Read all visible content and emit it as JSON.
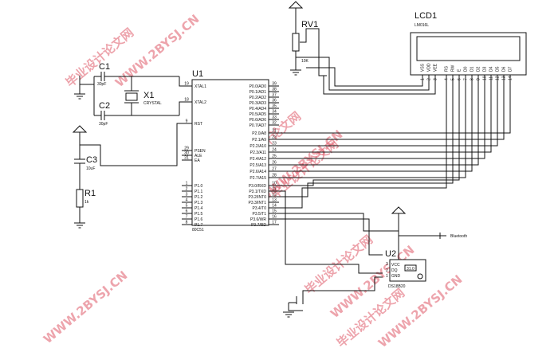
{
  "watermark": {
    "cn": "毕业设计论文网",
    "url": "WWW.2BYSJ.CN"
  },
  "parts": {
    "c1": {
      "ref": "C1",
      "value": "30pF"
    },
    "c2": {
      "ref": "C2",
      "value": "30pF"
    },
    "c3": {
      "ref": "C3",
      "value": "10uF"
    },
    "r1": {
      "ref": "R1",
      "value": "1k"
    },
    "x1": {
      "ref": "X1",
      "value": "CRYSTAL"
    },
    "rv1": {
      "ref": "RV1",
      "value": "10K"
    },
    "u1": {
      "ref": "U1",
      "value": "80C51",
      "left_pins": [
        {
          "num": "19",
          "name": "XTAL1"
        },
        {
          "num": "18",
          "name": "XTAL2"
        },
        {
          "num": "9",
          "name": "RST"
        },
        {
          "num": "29",
          "name": "PSEN"
        },
        {
          "num": "30",
          "name": "ALE"
        },
        {
          "num": "31",
          "name": "EA"
        },
        {
          "num": "1",
          "name": "P1.0"
        },
        {
          "num": "2",
          "name": "P1.1"
        },
        {
          "num": "3",
          "name": "P1.2"
        },
        {
          "num": "4",
          "name": "P1.3"
        },
        {
          "num": "5",
          "name": "P1.4"
        },
        {
          "num": "6",
          "name": "P1.5"
        },
        {
          "num": "7",
          "name": "P1.6"
        },
        {
          "num": "8",
          "name": "P1.7"
        }
      ],
      "right_pins": [
        {
          "num": "39",
          "name": "P0.0/AD0"
        },
        {
          "num": "38",
          "name": "P0.1/AD1"
        },
        {
          "num": "37",
          "name": "P0.2/AD2"
        },
        {
          "num": "36",
          "name": "P0.3/AD3"
        },
        {
          "num": "35",
          "name": "P0.4/AD4"
        },
        {
          "num": "34",
          "name": "P0.5/AD5"
        },
        {
          "num": "33",
          "name": "P0.6/AD6"
        },
        {
          "num": "32",
          "name": "P0.7/AD7"
        },
        {
          "num": "21",
          "name": "P2.0/A8"
        },
        {
          "num": "22",
          "name": "P2.1/A9"
        },
        {
          "num": "23",
          "name": "P2.2/A10"
        },
        {
          "num": "24",
          "name": "P2.3/A11"
        },
        {
          "num": "25",
          "name": "P2.4/A12"
        },
        {
          "num": "26",
          "name": "P2.5/A13"
        },
        {
          "num": "27",
          "name": "P2.6/A14"
        },
        {
          "num": "28",
          "name": "P2.7/A15"
        },
        {
          "num": "10",
          "name": "P3.0/RXD"
        },
        {
          "num": "11",
          "name": "P3.1/TXD"
        },
        {
          "num": "12",
          "name": "P3.2/INT0"
        },
        {
          "num": "13",
          "name": "P3.3/INT1"
        },
        {
          "num": "14",
          "name": "P3.4/T0"
        },
        {
          "num": "15",
          "name": "P3.5/T1"
        },
        {
          "num": "16",
          "name": "P3.6/WR"
        },
        {
          "num": "17",
          "name": "P3.7/RD"
        }
      ]
    },
    "lcd1": {
      "ref": "LCD1",
      "value": "LM016L",
      "pins": [
        "VSS",
        "VDD",
        "VEE",
        "RS",
        "RW",
        "E",
        "D0",
        "D1",
        "D2",
        "D3",
        "D4",
        "D5",
        "D6",
        "D7"
      ],
      "pin_numbers": [
        "1",
        "2",
        "3",
        "4",
        "5",
        "6",
        "7",
        "8",
        "9",
        "10",
        "11",
        "12",
        "13",
        "14"
      ]
    },
    "u2": {
      "ref": "U2",
      "value": "DS18B20",
      "pins": [
        "VCC",
        "DQ",
        "GND"
      ],
      "pin_numbers": [
        "3",
        "2",
        "1"
      ],
      "display": "31.0"
    }
  },
  "nets": {
    "bluetooth": "Bluetooth"
  }
}
